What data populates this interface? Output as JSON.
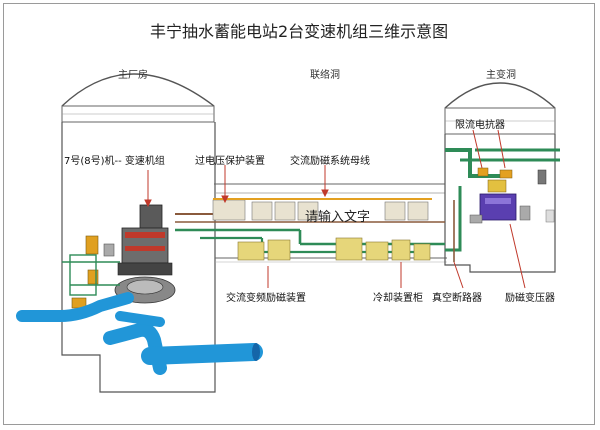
{
  "title": "丰宁抽水蓄能电站2台变速机组三维示意图",
  "areas": {
    "main_powerhouse": "主厂房",
    "connecting_tunnel": "联络洞",
    "main_transformer_cavern": "主变洞"
  },
  "callouts": {
    "unit": "7号(8号)机-- 变速机组",
    "overvoltage_protection": "过电压保护装置",
    "ac_excitation_bus": "交流励磁系统母线",
    "current_limiting_reactor": "限流电抗器",
    "ac_vf_excitation": "交流变频励磁装置",
    "cooling_cabinet": "冷却装置柜",
    "vacuum_breaker": "真空断路器",
    "excitation_transformer": "励磁变压器"
  },
  "watermark": "请输入文字"
}
